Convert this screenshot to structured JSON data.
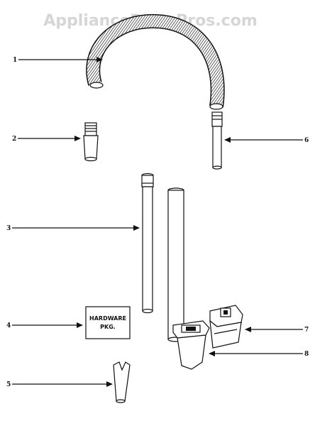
{
  "watermark": "AppliancePartsPros.com",
  "callouts": {
    "c1": "1",
    "c2": "2",
    "c3": "3",
    "c4": "4",
    "c5": "5",
    "c6": "6",
    "c7": "7",
    "c8": "8"
  },
  "hardware_label": {
    "line1": "HARDWARE",
    "line2": "PKG."
  }
}
